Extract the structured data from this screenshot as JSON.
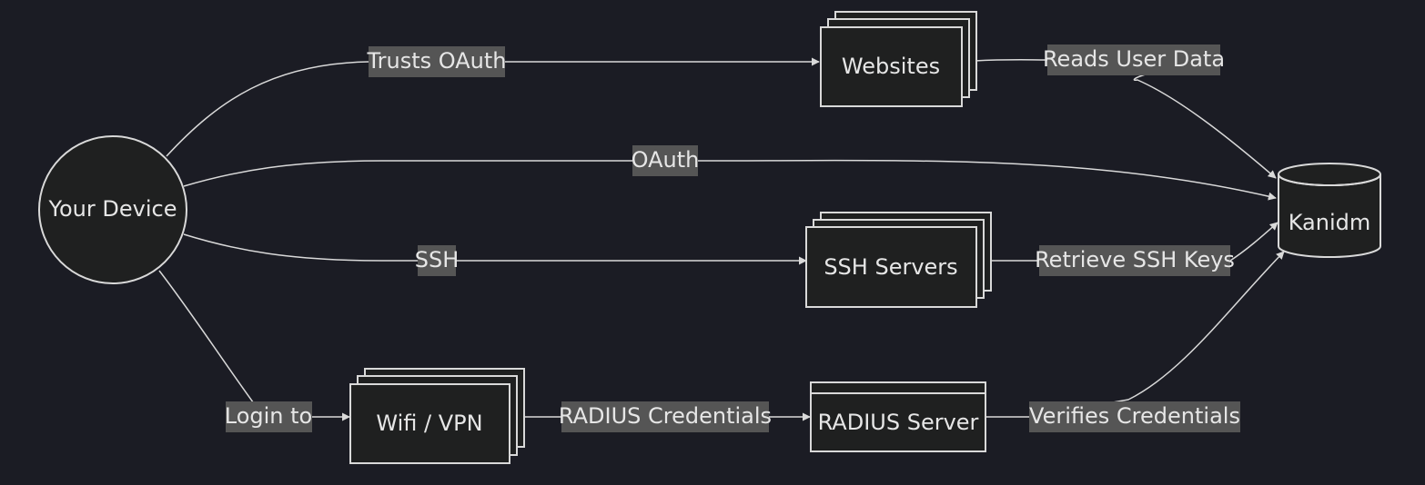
{
  "diagram": {
    "nodes": {
      "device": "Your Device",
      "websites": "Websites",
      "ssh_servers": "SSH Servers",
      "wifi_vpn": "Wifi / VPN",
      "radius_server": "RADIUS Server",
      "kanidm": "Kanidm"
    },
    "edges": {
      "trusts_oauth": "Trusts OAuth",
      "oauth": "OAuth",
      "ssh": "SSH",
      "login_to": "Login to",
      "reads_user_data": "Reads User Data",
      "retrieve_ssh_keys": "Retrieve SSH Keys",
      "radius_credentials": "RADIUS Credentials",
      "verifies_credentials": "Verifies Credentials"
    }
  },
  "colors": {
    "background": "#1b1c24",
    "node_fill": "#1f2020",
    "stroke": "#d9d9d9",
    "label_background": "#555555",
    "text": "#e6e6e6"
  }
}
